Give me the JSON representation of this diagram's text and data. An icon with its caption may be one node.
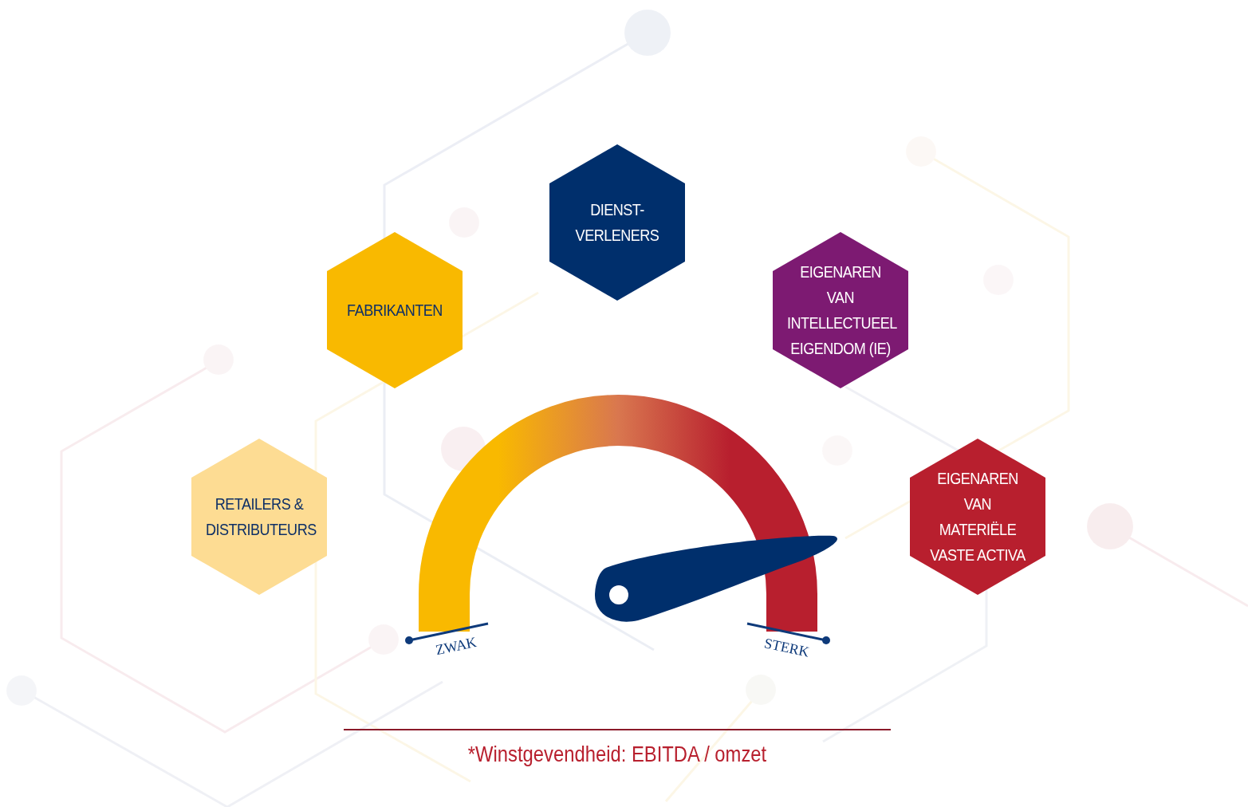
{
  "diagram": {
    "caption": "*Winstgevendheid: EBITDA / omzet",
    "nodes": [
      {
        "text": [
          "DIENST- VERLENERS"
        ]
      },
      {
        "text": [
          "FABRIKANTEN"
        ]
      },
      {
        "text": [
          "EIGENAREN  VAN INTELLECTUEEL EIGENDOM (IE)"
        ]
      },
      {
        "text": [
          "RETAILERS & DISTRIBUTEURS"
        ]
      },
      {
        "text": [
          "EIGENAREN VAN MATERIËLE VASTE ACTIVA"
        ]
      }
    ],
    "labels": [
      "ZWAK",
      "STERK"
    ]
  }
}
